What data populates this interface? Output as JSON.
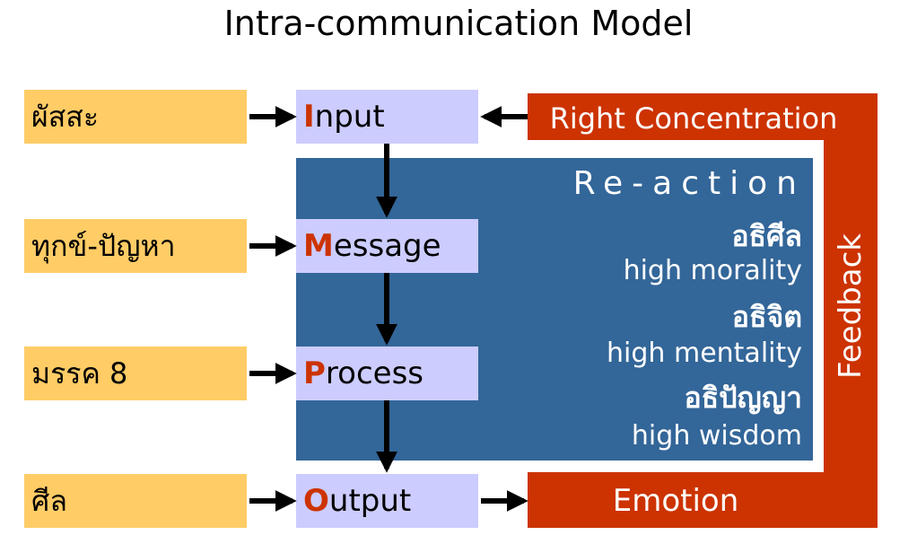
{
  "title": "Intra-communication Model",
  "left_boxes": [
    "ผัสสะ",
    "ทุกข์-ปัญหา",
    "มรรค 8",
    "ศีล"
  ],
  "mid_boxes": [
    {
      "initial": "I",
      "rest": "nput"
    },
    {
      "initial": "M",
      "rest": "essage"
    },
    {
      "initial": "P",
      "rest": "rocess"
    },
    {
      "initial": "O",
      "rest": "utput"
    }
  ],
  "right_concentration": "Right Concentration",
  "emotion": "Emotion",
  "feedback": "Feedback",
  "reaction": {
    "title": "Re-action",
    "items": [
      {
        "thai": "อธิศีล",
        "english": "high morality"
      },
      {
        "thai": "อธิจิต",
        "english": "high mentality"
      },
      {
        "thai": "อธิปัญญา",
        "english": "high wisdom"
      }
    ]
  },
  "colors": {
    "left_box": "#ffcc66",
    "mid_box": "#ccccff",
    "initial_letter": "#cc3300",
    "feedback": "#cc3300",
    "reaction": "#336699"
  }
}
